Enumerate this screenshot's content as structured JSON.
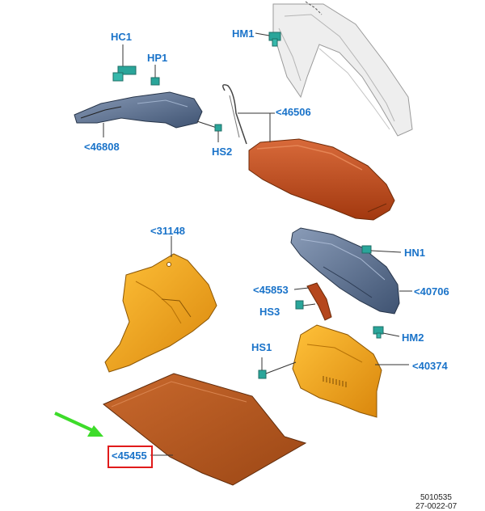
{
  "diagram": {
    "labels": {
      "hm1": "HM1",
      "hc1": "HC1",
      "hp1": "HP1",
      "p46506": "<46506",
      "p46808": "<46808",
      "hs2": "HS2",
      "p31148": "<31148",
      "hn1": "HN1",
      "p45853": "<45853",
      "p40706": "<40706",
      "hs3": "HS3",
      "hm2": "HM2",
      "hs1": "HS1",
      "p40374": "<40374",
      "p45455": "<45455"
    },
    "highlighted_part": "<45455",
    "footer": {
      "code": "5010535",
      "date": "27-0022-07"
    }
  },
  "colors": {
    "label_blue": "#1a73c9",
    "highlight_red": "#e01b1b",
    "arrow_green": "#3ddc2a",
    "carpet": "#b85a22",
    "orange_trim": "#f0a21a",
    "grey_blue_panel": "#5a6f8e",
    "clip_teal": "#2aa59a"
  }
}
